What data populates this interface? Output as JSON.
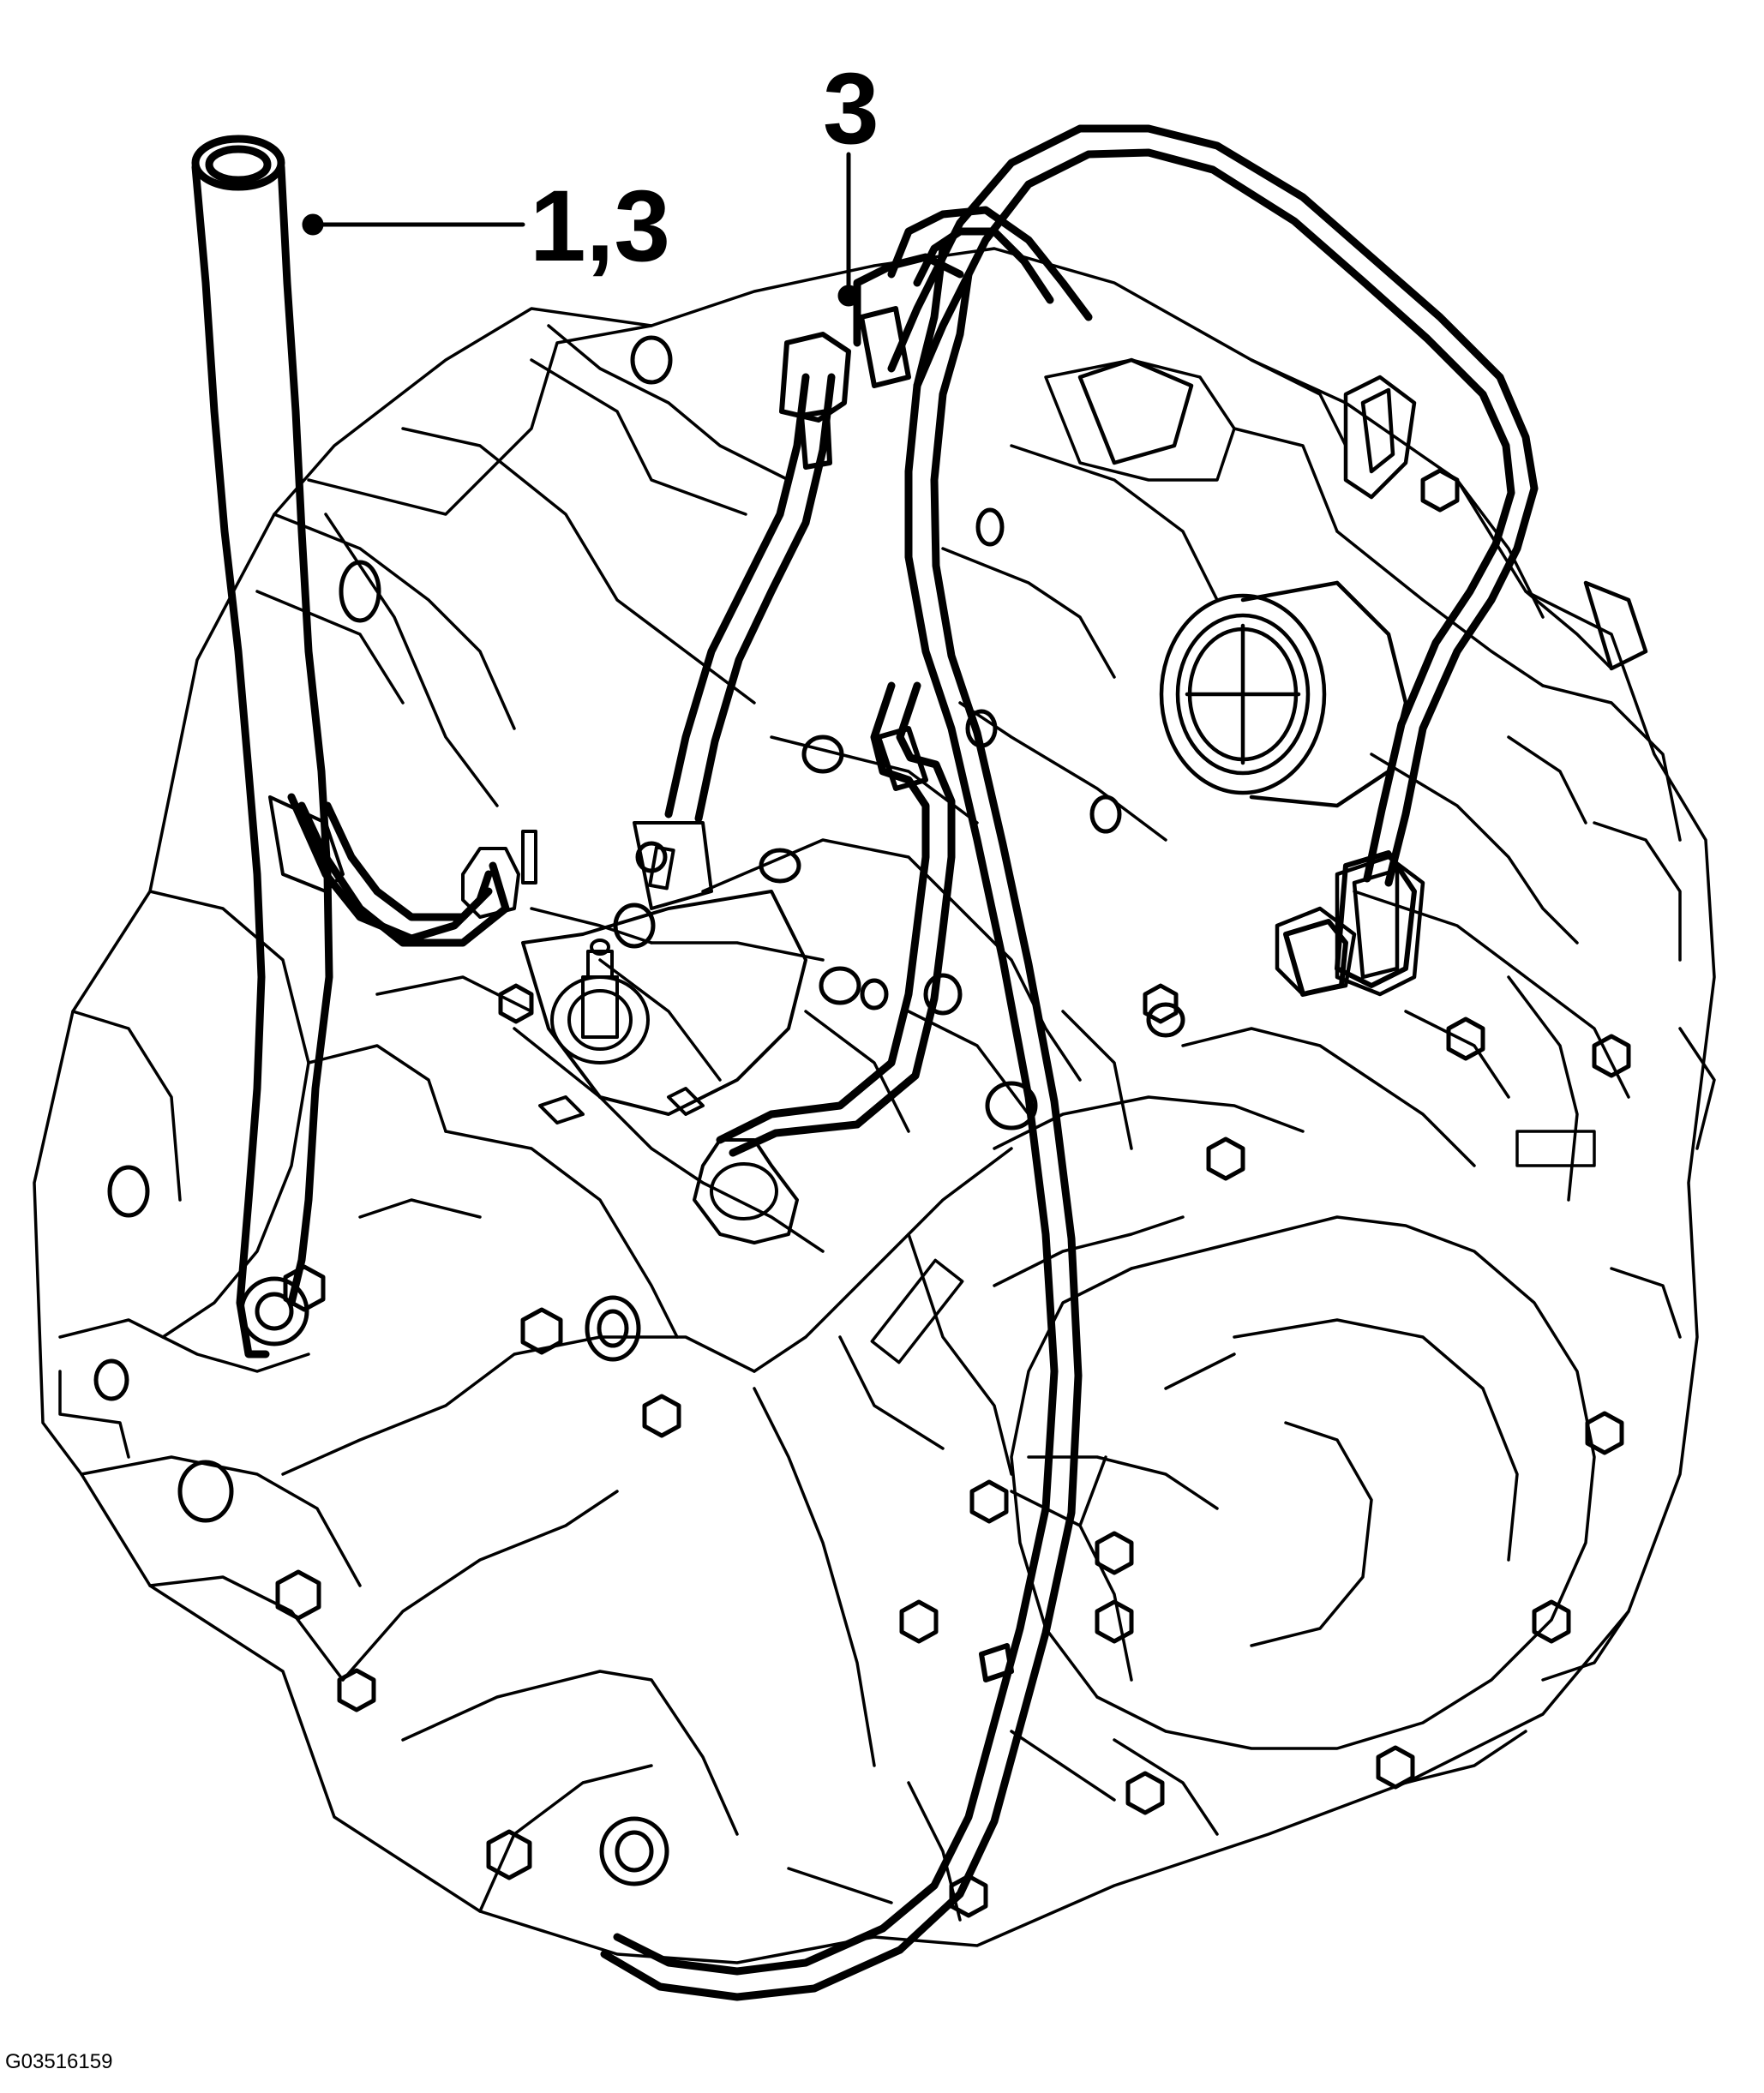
{
  "callouts": {
    "label_1_3": "1,3",
    "label_3": "3"
  },
  "figure_id": "G03516159",
  "colors": {
    "line": "#000000",
    "background": "#ffffff"
  }
}
